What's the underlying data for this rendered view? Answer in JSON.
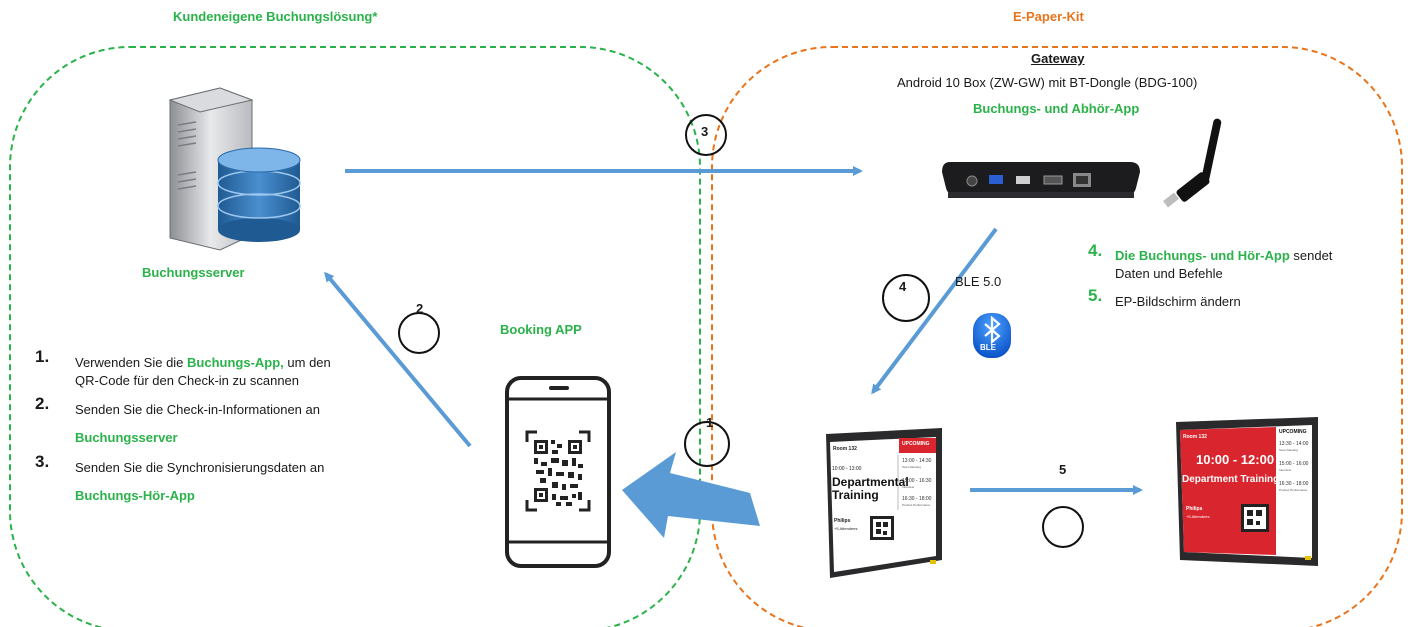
{
  "left_zone": {
    "title": "Kundeneigene Buchungslösung*",
    "server_label": "Buchungsserver",
    "app_label": "Booking APP"
  },
  "right_zone": {
    "title": "E-Paper-Kit",
    "gateway_heading": "Gateway",
    "gateway_desc": "Android 10 Box (ZW-GW) mit BT-Dongle (BDG-100)",
    "gateway_app": "Buchungs- und Abhör-App",
    "ble_label": "BLE 5.0",
    "bt_logo_text": "BLE"
  },
  "markers": {
    "m1": "1",
    "m2": "2",
    "m3": "3",
    "m4": "4",
    "m5": "5"
  },
  "steps_left": {
    "s1_num": "1.",
    "s1_pre": "Verwenden Sie die ",
    "s1_hl": "Buchungs-App,",
    "s1_post": " um den",
    "s1_line2": "QR-Code für den Check-in zu scannen",
    "s2_num": "2.",
    "s2_text": "Senden Sie die Check-in-Informationen an",
    "s2_hl": "Buchungsserver",
    "s3_num": "3.",
    "s3_text": "Senden Sie die Synchronisierungsdaten an",
    "s3_hl": "Buchungs-Hör-App"
  },
  "steps_right": {
    "s4_num": "4.",
    "s4_hl": "Die Buchungs- und Hör-App",
    "s4_post": " sendet",
    "s4_line2": "Daten und Befehle",
    "s5_num": "5.",
    "s5_text": "EP-Bildschirm ändern"
  },
  "device1": {
    "room": "Room 132",
    "time": "10:00 - 13:00",
    "title1": "Departmental",
    "title2": "Training",
    "person": "Philips",
    "attendees": "+5 Attendees",
    "upcoming": "UPCOMING",
    "slot1": "13:00 - 14:30",
    "slot1_sub": "Team Meeting",
    "slot2": "15:00 - 16:30",
    "slot2_sub": "Interview",
    "slot3": "16:30 - 18:00",
    "slot3_sub": "Product Performance"
  },
  "device2": {
    "room": "Room 132",
    "time": "10:00 - 12:00",
    "title": "Department Training",
    "person": "Philips",
    "attendees": "+5 Attendees",
    "upcoming": "UPCOMING",
    "slot1": "13:30 - 14:00",
    "slot1_sub": "Team Meeting",
    "slot2": "15:00 - 16:00",
    "slot2_sub": "Interview",
    "slot3": "16:30 - 18:00",
    "slot3_sub": "Product Performance"
  },
  "colors": {
    "green": "#2bb24a",
    "orange": "#e8741c",
    "arrow_blue": "#5b9bd5",
    "epaper_red": "#d9252d"
  }
}
